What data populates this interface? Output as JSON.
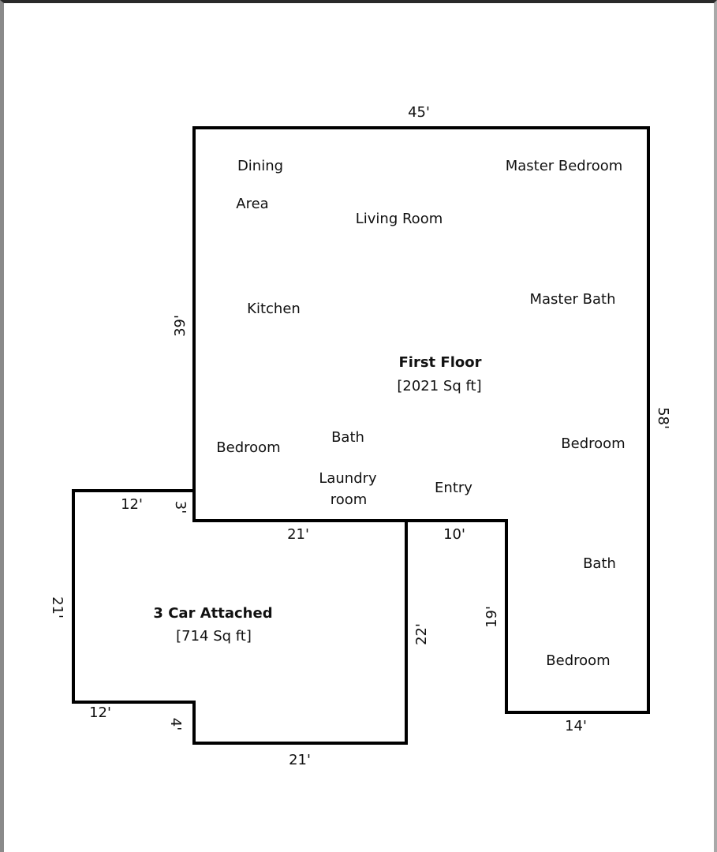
{
  "plan": {
    "wall_color": "#000000",
    "first_floor": {
      "title": "First Floor",
      "area": "[2021 Sq ft]"
    },
    "garage": {
      "title": "3 Car Attached",
      "area": "[714 Sq ft]"
    },
    "rooms": {
      "dining": "Dining",
      "area": "Area",
      "living_room": "Living Room",
      "master_bedroom": "Master Bedroom",
      "kitchen": "Kitchen",
      "master_bath": "Master Bath",
      "bedroom_left": "Bedroom",
      "bath_center": "Bath",
      "laundry": "Laundry",
      "laundry_room": "room",
      "entry": "Entry",
      "bedroom_right": "Bedroom",
      "bath_right": "Bath",
      "bedroom_bottom": "Bedroom"
    },
    "dimensions": {
      "top": "45'",
      "left_main": "39'",
      "right": "58'",
      "garage_top": "12'",
      "garage_step_top": "3'",
      "garage_inner_top": "21'",
      "entry_top": "10'",
      "garage_left": "21'",
      "garage_right": "22'",
      "wing_left": "19'",
      "garage_bottom_left": "12'",
      "garage_step_bottom": "4'",
      "garage_bottom": "21'",
      "wing_bottom": "14'"
    }
  }
}
